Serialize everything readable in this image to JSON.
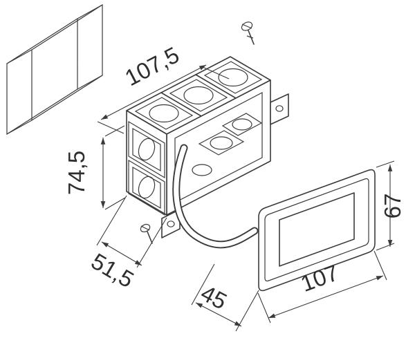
{
  "drawing": {
    "title": "recessed-wall-luminaire-dimension-drawing",
    "dimensions": {
      "box_width": "107,5",
      "box_height": "74,5",
      "box_depth": "51,5",
      "recess_depth": "45",
      "plate_width": "107",
      "plate_height": "67"
    },
    "colors": {
      "line": "#3a3a3a",
      "text": "#2e2e2e",
      "background": "#ffffff"
    }
  }
}
